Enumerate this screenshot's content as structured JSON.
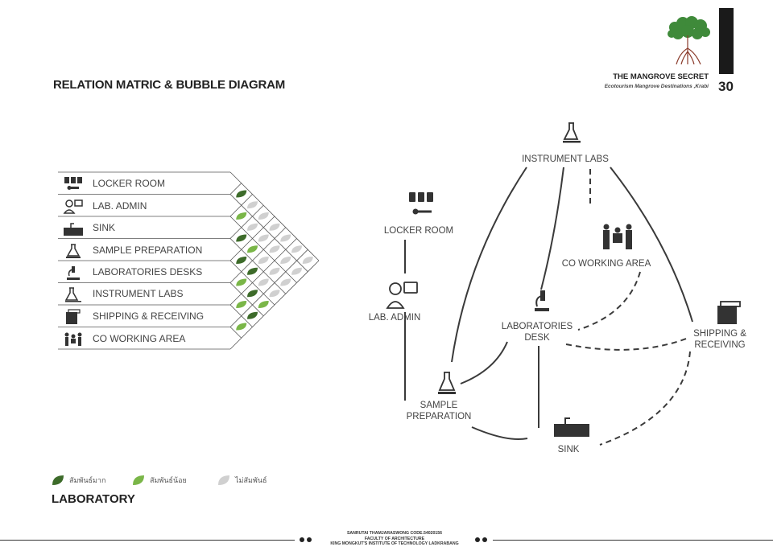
{
  "header": {
    "title": "RELATION MATRIC & BUBBLE DIAGRAM",
    "brand_title": "THE MANGROVE SECRET",
    "brand_subtitle": "Ecotourism Mangrove Destinations ,Krabi",
    "page_number": "30"
  },
  "matrix": {
    "rows": [
      {
        "label": "LOCKER ROOM",
        "icon": "locker-icon"
      },
      {
        "label": "LAB. ADMIN",
        "icon": "admin-icon"
      },
      {
        "label": "SINK",
        "icon": "sink-icon"
      },
      {
        "label": "SAMPLE PREPARATION",
        "icon": "flask-scale-icon"
      },
      {
        "label": "LABORATORIES DESKS",
        "icon": "microscope-icon"
      },
      {
        "label": "INSTRUMENT LABS",
        "icon": "lab-flask-icon"
      },
      {
        "label": "SHIPPING & RECEIVING",
        "icon": "boxes-icon"
      },
      {
        "label": "CO WORKING AREA",
        "icon": "team-icon"
      }
    ],
    "relations": [
      [
        0,
        1,
        "strong"
      ],
      [
        0,
        2,
        "none"
      ],
      [
        0,
        3,
        "none"
      ],
      [
        0,
        4,
        "none"
      ],
      [
        0,
        5,
        "none"
      ],
      [
        0,
        6,
        "none"
      ],
      [
        0,
        7,
        "none"
      ],
      [
        1,
        2,
        "weak"
      ],
      [
        1,
        3,
        "none"
      ],
      [
        1,
        4,
        "none"
      ],
      [
        1,
        5,
        "none"
      ],
      [
        1,
        6,
        "none"
      ],
      [
        1,
        7,
        "none"
      ],
      [
        2,
        3,
        "strong"
      ],
      [
        2,
        4,
        "weak"
      ],
      [
        2,
        5,
        "none"
      ],
      [
        2,
        6,
        "none"
      ],
      [
        2,
        7,
        "none"
      ],
      [
        3,
        4,
        "strong"
      ],
      [
        3,
        5,
        "strong"
      ],
      [
        3,
        6,
        "none"
      ],
      [
        3,
        7,
        "none"
      ],
      [
        4,
        5,
        "weak"
      ],
      [
        4,
        6,
        "strong"
      ],
      [
        4,
        7,
        "weak"
      ],
      [
        5,
        6,
        "weak"
      ],
      [
        5,
        7,
        "strong"
      ],
      [
        6,
        7,
        "weak"
      ]
    ]
  },
  "legend": {
    "items": [
      {
        "label": "สัมพันธ์มาก",
        "color": "#3d6b2a"
      },
      {
        "label": "สัมพันธ์น้อย",
        "color": "#7ab648"
      },
      {
        "label": "ไม่สัมพันธ์",
        "color": "#d0d0d0"
      }
    ]
  },
  "bubble": {
    "nodes": {
      "instrument_labs": "INSTRUMENT LABS",
      "locker_room": "LOCKER ROOM",
      "co_working": "CO WORKING AREA",
      "lab_admin": "LAB. ADMIN",
      "lab_desk_1": "LABORATORIES",
      "lab_desk_2": "DESK",
      "shipping_1": "SHIPPING &",
      "shipping_2": "RECEIVING",
      "sample_1": "SAMPLE",
      "sample_2": "PREPARATION",
      "sink": "SINK"
    }
  },
  "section": {
    "title": "LABORATORY"
  },
  "footer": {
    "line1": "SANRUTAI THAMJARASWONG CODE.54020156",
    "line2": "FACULTY OF ARCHITECTURE",
    "line3": "KING MONGKUT'S INSTITUTE OF TECHNOLOGY LADKRABANG"
  },
  "colors": {
    "strong": "#3d6b2a",
    "weak": "#7ab648",
    "none": "#d0d0d0",
    "accent": "#222222"
  }
}
